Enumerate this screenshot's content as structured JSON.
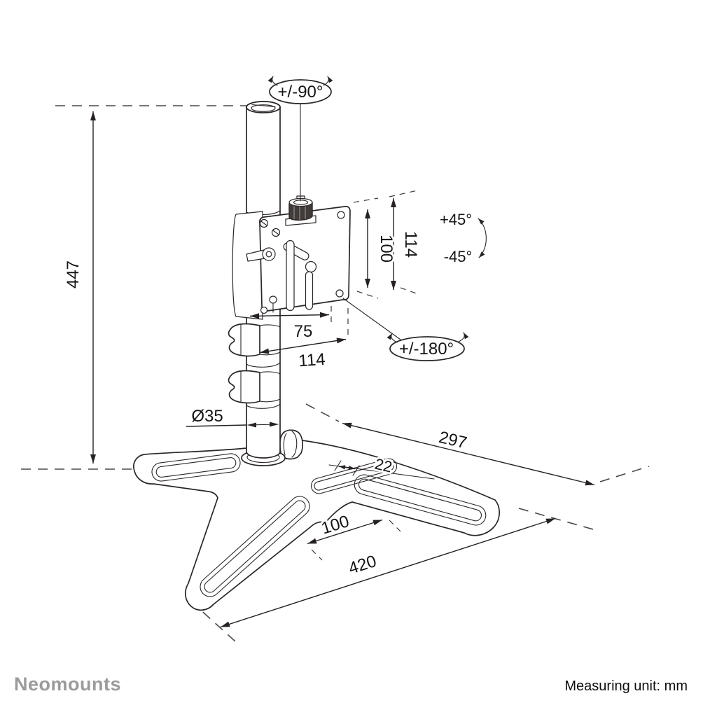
{
  "annotations": {
    "pole_rotation": "+/-90°",
    "tilt_up": "+45°",
    "tilt_down": "-45°",
    "vesa_rotation": "+/-180°"
  },
  "dimensions": {
    "total_height": "447",
    "vesa_hole_spacing": "100",
    "vesa_plate_size": "114",
    "pole_to_vesa": "75",
    "arm_reach": "114",
    "pole_diameter": "Ø35",
    "base_depth": "297",
    "base_slot_width": "22",
    "base_slot_length": "100",
    "base_width": "420"
  },
  "footer": {
    "brand": "Neomounts",
    "measuring_unit": "Measuring unit: mm"
  }
}
